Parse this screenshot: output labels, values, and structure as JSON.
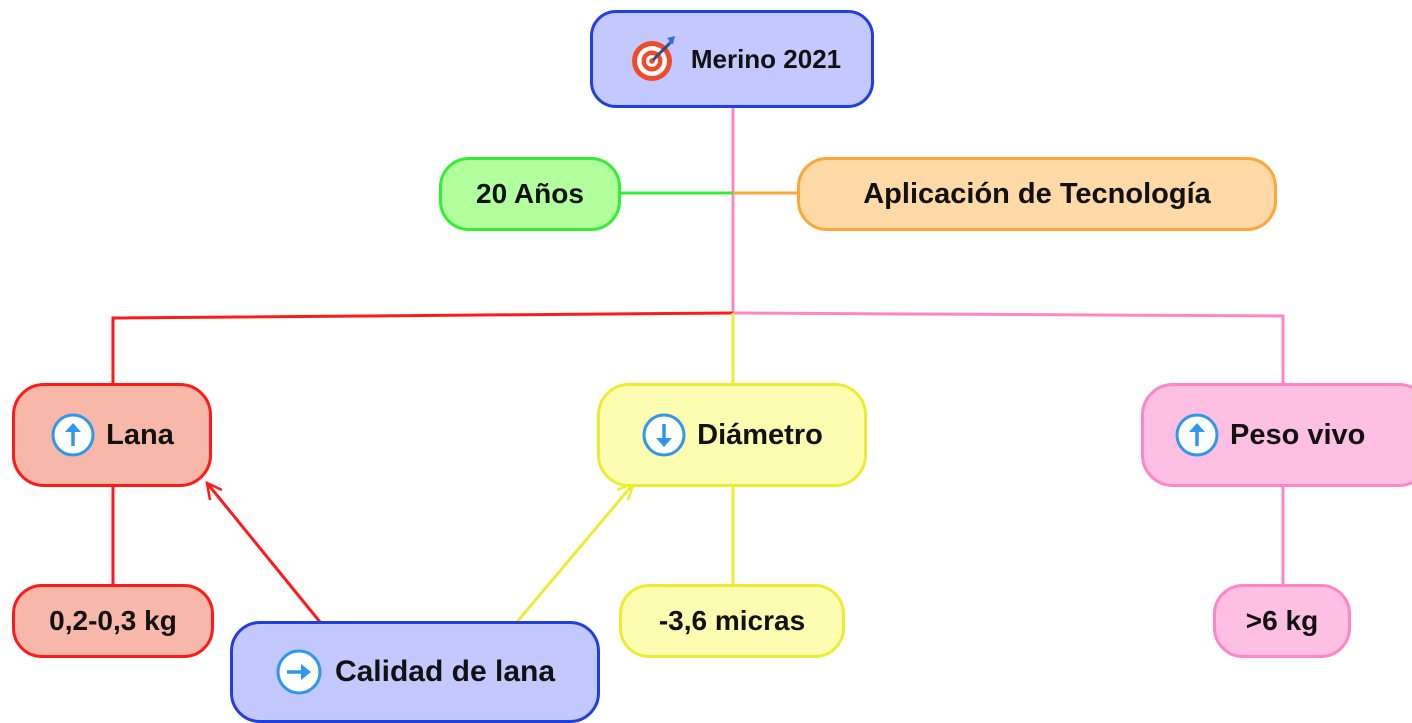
{
  "root": {
    "label": "Merino 2021",
    "icon": "target-icon"
  },
  "branches": {
    "years": {
      "label": "20 Años"
    },
    "technology": {
      "label": "Aplicación de Tecnología"
    }
  },
  "metrics": {
    "lana": {
      "label": "Lana",
      "icon": "arrow-up-icon",
      "value": "0,2-0,3 kg"
    },
    "diametro": {
      "label": "Diámetro",
      "icon": "arrow-down-icon",
      "value": "-3,6 micras"
    },
    "peso": {
      "label": "Peso vivo",
      "icon": "arrow-up-icon",
      "value": ">6 kg"
    }
  },
  "quality": {
    "label": "Calidad de lana",
    "icon": "arrow-right-icon"
  },
  "colors": {
    "blue": "#1f3fe0",
    "green": "#33ee33",
    "orange": "#ffa53a",
    "red": "#ff1a1a",
    "yellow": "#ecec33",
    "pink": "#ff85c6",
    "icon_blue": "#2f97ee"
  }
}
